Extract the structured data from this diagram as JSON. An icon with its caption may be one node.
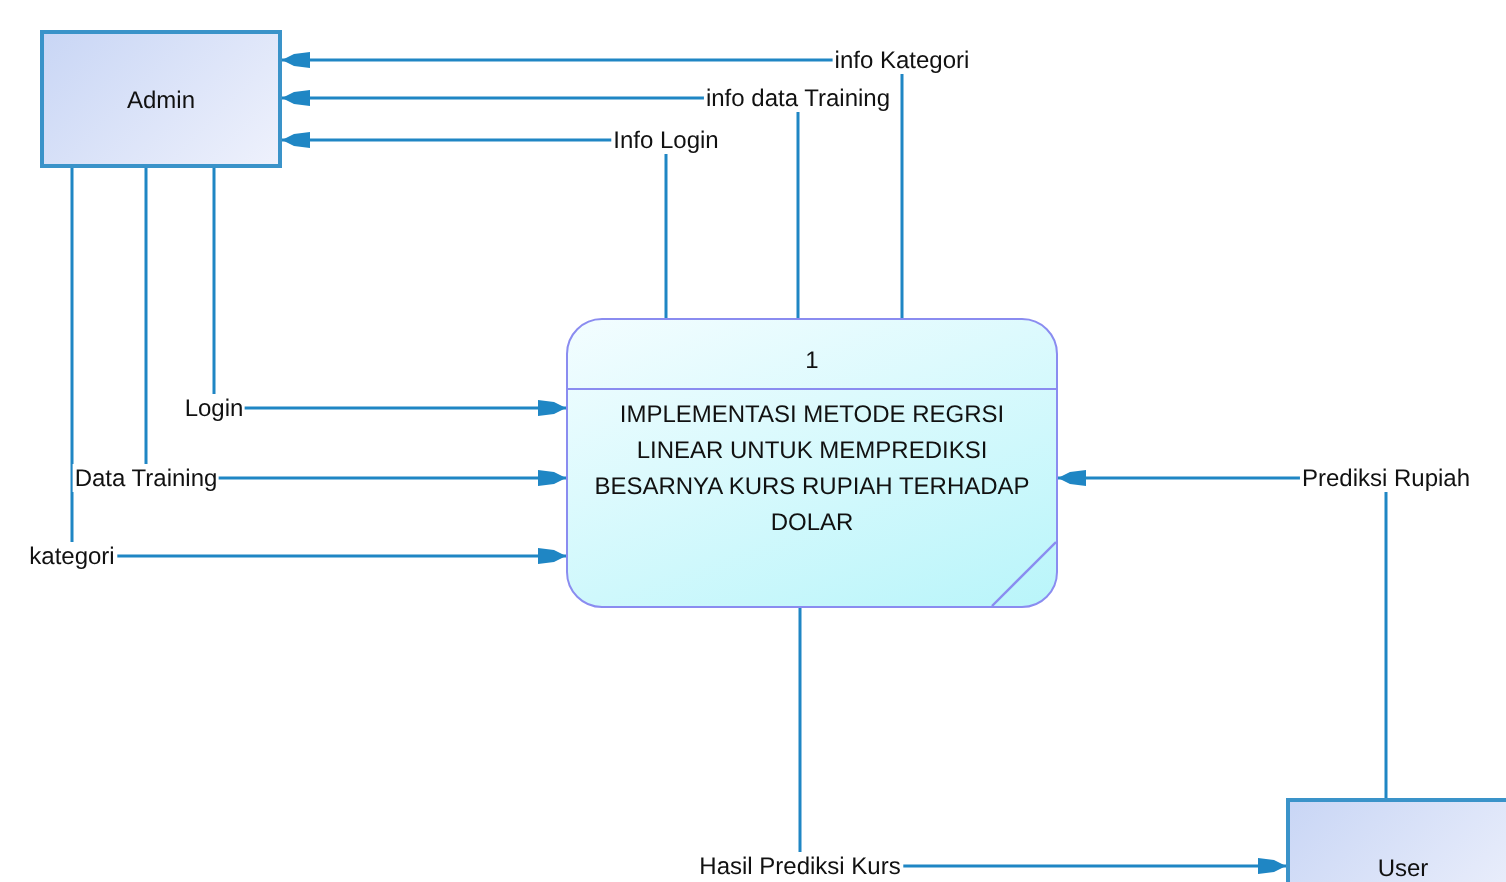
{
  "diagram": {
    "nodes": [
      {
        "text": [
          "Admin"
        ]
      },
      {
        "text": [
          "1",
          "IMPLEMENTASI METODE REGRSI LINEAR UNTUK MEMPREDIKSI BESARNYA KURS RUPIAH TERHADAP DOLAR"
        ]
      },
      {
        "text": [
          "User"
        ]
      }
    ],
    "edges": [
      {
        "from": 0,
        "to": 1,
        "arrow": "to",
        "label": "Login"
      },
      {
        "from": 0,
        "to": 1,
        "arrow": "to",
        "label": "Data Training"
      },
      {
        "from": 0,
        "to": 1,
        "arrow": "to",
        "label": "kategori"
      },
      {
        "from": 1,
        "to": 0,
        "arrow": "to",
        "label": "Info Login"
      },
      {
        "from": 1,
        "to": 0,
        "arrow": "to",
        "label": "info data Training"
      },
      {
        "from": 1,
        "to": 0,
        "arrow": "to",
        "label": "info Kategori"
      },
      {
        "from": 2,
        "to": 1,
        "arrow": "to",
        "label": "Prediksi Rupiah"
      },
      {
        "from": 1,
        "to": 2,
        "arrow": "to",
        "label": "Hasil Prediksi Kurs"
      }
    ]
  }
}
